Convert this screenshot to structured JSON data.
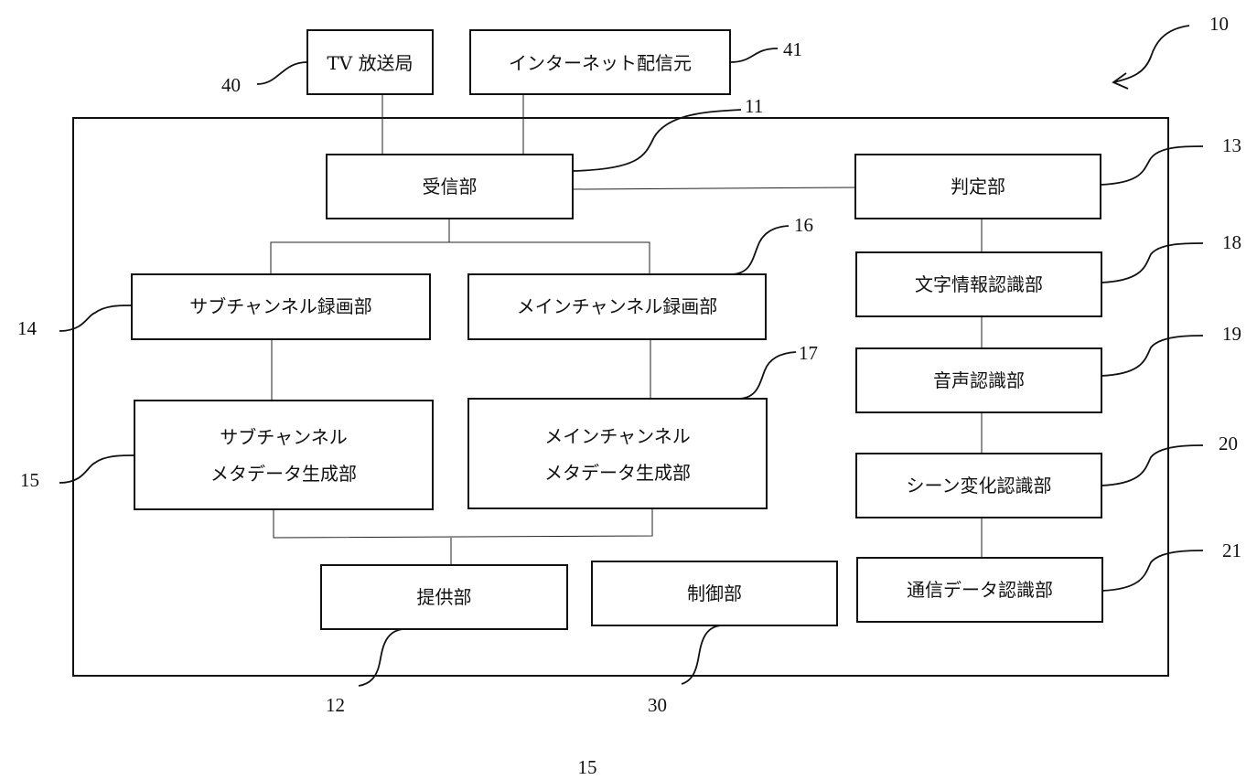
{
  "boxes": {
    "tv_station": "TV 放送局",
    "internet_source": "インターネット配信元",
    "receiver": "受信部",
    "judge": "判定部",
    "text_recog": "文字情報認識部",
    "audio_recog": "音声認識部",
    "scene_recog": "シーン変化認識部",
    "comm_recog": "通信データ認識部",
    "sub_record": "サブチャンネル録画部",
    "main_record": "メインチャンネル録画部",
    "sub_meta_1": "サブチャンネル",
    "sub_meta_2": "メタデータ生成部",
    "main_meta_1": "メインチャンネル",
    "main_meta_2": "メタデータ生成部",
    "provider": "提供部",
    "controller": "制御部"
  },
  "refs": {
    "r10": "10",
    "r11": "11",
    "r12": "12",
    "r13": "13",
    "r14": "14",
    "r15": "15",
    "r16": "16",
    "r17": "17",
    "r18": "18",
    "r19": "19",
    "r20": "20",
    "r21": "21",
    "r30": "30",
    "r40": "40",
    "r41": "41"
  },
  "page_number": "15"
}
